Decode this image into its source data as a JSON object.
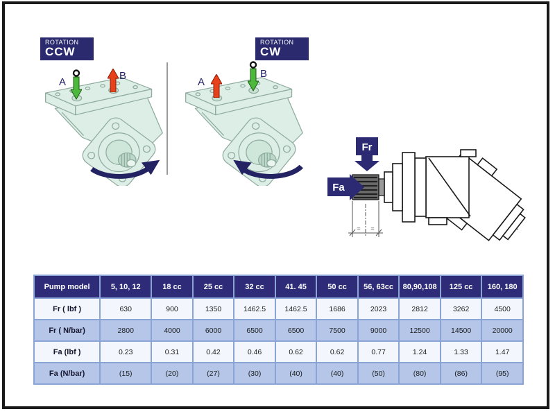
{
  "rotation_diagrams": {
    "ccw": {
      "tag_top": "ROTATION",
      "tag_main": "CCW",
      "port_a": "A",
      "port_b": "B"
    },
    "cw": {
      "tag_top": "ROTATION",
      "tag_main": "CW",
      "port_a": "A",
      "port_b": "B"
    }
  },
  "force_diagram": {
    "radial_label": "Fr",
    "axial_label": "Fa",
    "dim_left": "=",
    "dim_right": "="
  },
  "table": {
    "header": [
      "Pump model",
      "5, 10, 12",
      "18 cc",
      "25 cc",
      "32 cc",
      "41. 45",
      "50 cc",
      "56, 63cc",
      "80,90,108",
      "125 cc",
      "160, 180"
    ],
    "rows": [
      {
        "label": "Fr ( lbf )",
        "values": [
          "630",
          "900",
          "1350",
          "1462.5",
          "1462.5",
          "1686",
          "2023",
          "2812",
          "3262",
          "4500"
        ]
      },
      {
        "label": "Fr ( N/bar)",
        "values": [
          "2800",
          "4000",
          "6000",
          "6500",
          "6500",
          "7500",
          "9000",
          "12500",
          "14500",
          "20000"
        ]
      },
      {
        "label": "Fa (lbf )",
        "values": [
          "0.23",
          "0.31",
          "0.42",
          "0.46",
          "0.62",
          "0.62",
          "0.77",
          "1.24",
          "1.33",
          "1.47"
        ]
      },
      {
        "label": "Fa (N/bar)",
        "values": [
          "(15)",
          "(20)",
          "(27)",
          "(30)",
          "(40)",
          "(40)",
          "(50)",
          "(80)",
          "(86)",
          "(95)"
        ]
      }
    ]
  },
  "colors": {
    "navy_label": "#2b2a6e",
    "table_header_bg": "#2e2c79",
    "row_light": "#f3f7fd",
    "row_alt": "#b5c6e8",
    "table_border": "#8ba4d6",
    "green_arrow": "#4cb83c",
    "red_arrow": "#e8421c",
    "rotation_arrow": "#232263",
    "pump_fill": "#ddeee6",
    "pump_stroke": "#8fac9e",
    "page_border": "#191919"
  }
}
